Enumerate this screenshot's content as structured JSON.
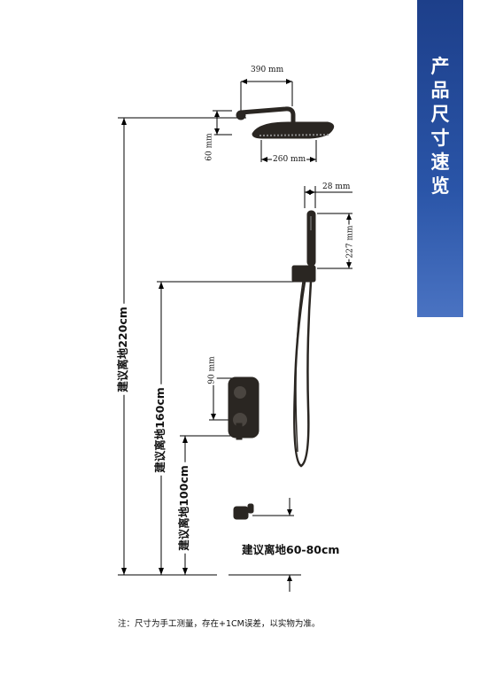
{
  "side_title": [
    "产",
    "品",
    "尺",
    "寸",
    "速",
    "览"
  ],
  "dimensions": {
    "showerhead_arm_length": "390 mm",
    "showerhead_height": "60 mm",
    "showerhead_width": "260 mm",
    "handheld_width": "28 mm",
    "handheld_length": "227 mm",
    "valve_height": "90 mm"
  },
  "heights": {
    "overhead": "建议离地220cm",
    "handheld_holder": "建议离地160cm",
    "valve": "建议离地100cm",
    "spout": "建议离地60-80cm"
  },
  "footer_note": "注：尺寸为手工测量，存在+1CM误差，以实物为准。",
  "colors": {
    "tab_blue": "#1d3f8a",
    "fixture": "#2a2622"
  }
}
